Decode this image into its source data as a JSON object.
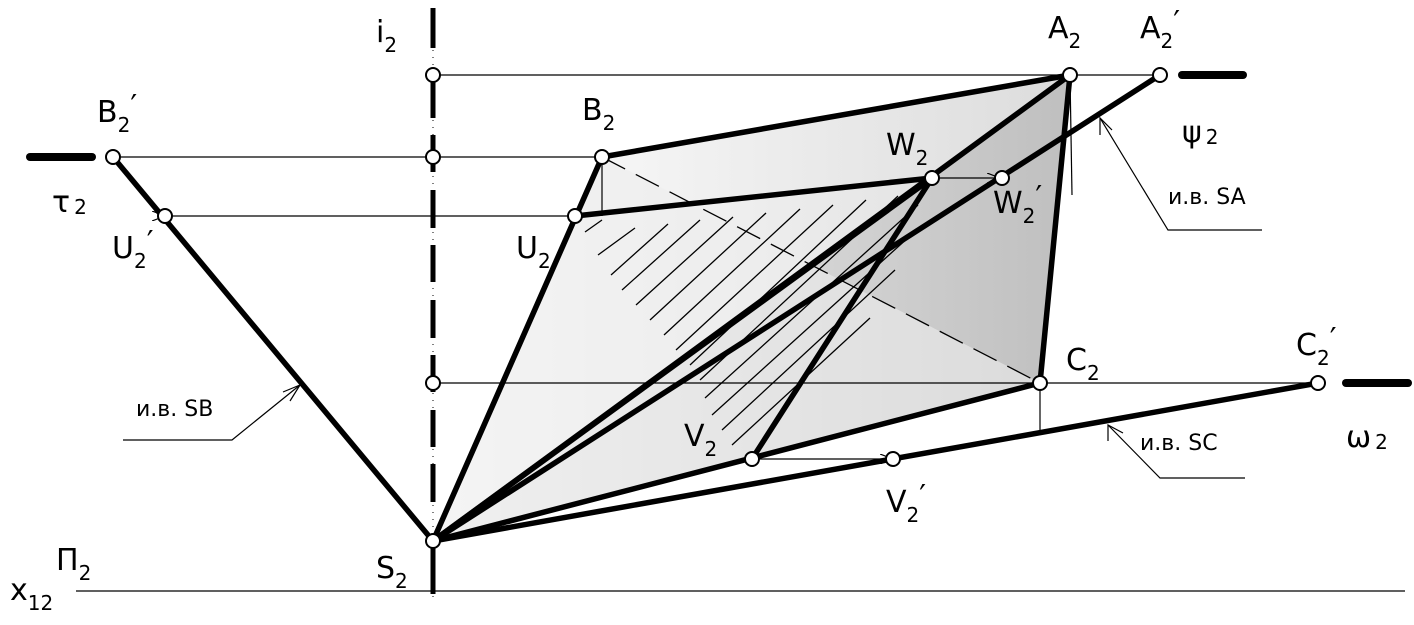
{
  "labels": {
    "i2": {
      "base": "i",
      "sub": "2",
      "prime": ""
    },
    "A2": {
      "base": "A",
      "sub": "2",
      "prime": ""
    },
    "A2p": {
      "base": "A",
      "sub": "2",
      "prime": "′"
    },
    "B2": {
      "base": "B",
      "sub": "2",
      "prime": ""
    },
    "B2p": {
      "base": "B",
      "sub": "2",
      "prime": "′"
    },
    "C2": {
      "base": "C",
      "sub": "2",
      "prime": ""
    },
    "C2p": {
      "base": "C",
      "sub": "2",
      "prime": "′"
    },
    "S2": {
      "base": "S",
      "sub": "2",
      "prime": ""
    },
    "U2": {
      "base": "U",
      "sub": "2",
      "prime": ""
    },
    "U2p": {
      "base": "U",
      "sub": "2",
      "prime": "′"
    },
    "V2": {
      "base": "V",
      "sub": "2",
      "prime": ""
    },
    "V2p": {
      "base": "V",
      "sub": "2",
      "prime": "′"
    },
    "W2": {
      "base": "W",
      "sub": "2",
      "prime": ""
    },
    "W2p": {
      "base": "W",
      "sub": "2",
      "prime": "′"
    },
    "tau2": {
      "base": "τ",
      "sub": "2",
      "prime": ""
    },
    "psi2": {
      "base": "ψ",
      "sub": "2",
      "prime": ""
    },
    "omega2": {
      "base": "ω",
      "sub": "2",
      "prime": ""
    },
    "Pi2": {
      "base": "Π",
      "sub": "2",
      "prime": ""
    },
    "x12": {
      "base": "x",
      "sub": "12",
      "prime": ""
    }
  },
  "notes": {
    "sa": "и.в. SA",
    "sb": "и.в. SB",
    "sc": "и.в. SC"
  },
  "colors": {
    "ink": "#000000",
    "face_light": "#f2f2f2",
    "face_dark": "#c8c8c8"
  }
}
